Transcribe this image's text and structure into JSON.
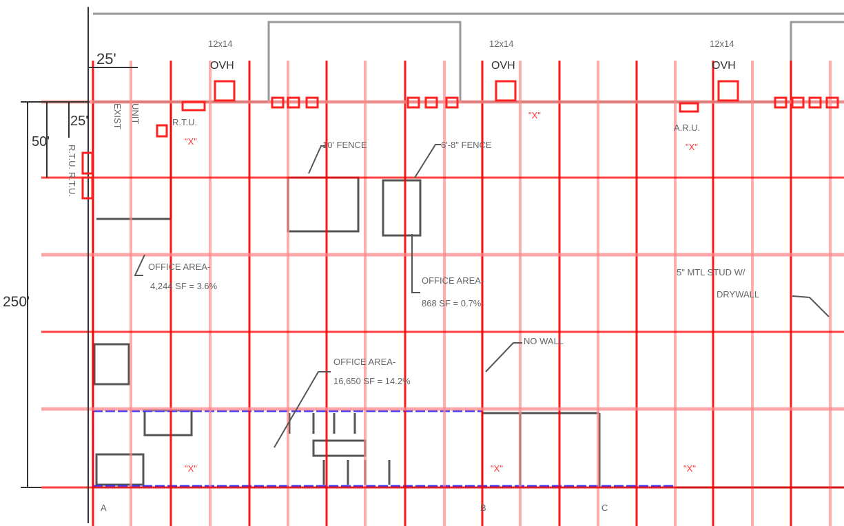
{
  "colors": {
    "grid_bright": "#ff0000",
    "grid_light": "#ff8a8a",
    "wall": "#555555",
    "wall_light": "#9a9a9a",
    "office_boundary": "#3a3aff",
    "dimension": "#333333",
    "marker": "#ff2020"
  },
  "dimensions": {
    "top_25": "25'",
    "left_25": "25'",
    "left_50": "50'",
    "left_250": "250'"
  },
  "doors": {
    "door_1": {
      "size": "12x14",
      "type": "OVH"
    },
    "door_2": {
      "size": "12x14",
      "type": "OVH"
    },
    "door_3": {
      "size": "12x14",
      "type": "OVH"
    }
  },
  "labels": {
    "rtu_left": "R.T.U.",
    "rtu_vertical": "R.T.U. R.T.U.",
    "rtu_small_1": "EXIST",
    "rtu_small_2": "UNIT",
    "fence_10": "10' FENCE",
    "fence_6": "6'-8\" FENCE",
    "office_area_1_line1": "OFFICE AREA-",
    "office_area_1_line2": "4,244 SF = 3.6%",
    "office_area_2_line1": "OFFICE AREA-",
    "office_area_2_line2": "868 SF = 0.7%",
    "office_area_3_line1": "OFFICE AREA-",
    "office_area_3_line2": "16,650 SF = 14.2%",
    "mtl_stud_line1": "5\" MTL STUD W/",
    "mtl_stud_line2": "DRYWALL",
    "no_wall": "NO WALL",
    "rtu_right": "A.R.U.",
    "x_1": "\"X\"",
    "x_2": "\"X\"",
    "x_3": "\"X\"",
    "x_4": "\"X\"",
    "x_5": "\"X\"",
    "x_6": "\"X\""
  },
  "column_lines": {
    "a": "A",
    "b": "B",
    "c": "C"
  }
}
